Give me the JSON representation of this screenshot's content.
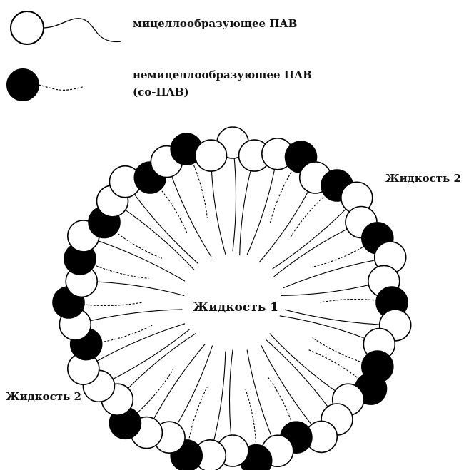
{
  "legend": {
    "micelle_label": "мицеллообразующее ПАВ",
    "co_line1": "немицеллообразующее ПАВ",
    "co_line2": "(со-ПАВ)"
  },
  "labels": {
    "inner": "Жидкость 1",
    "outer_top": "Жидкость 2",
    "outer_bottom": "Жидкость 2"
  },
  "colors": {
    "line": "#000000",
    "surfactant_head": "#ffffff",
    "co_surfactant_head": "#000000"
  }
}
